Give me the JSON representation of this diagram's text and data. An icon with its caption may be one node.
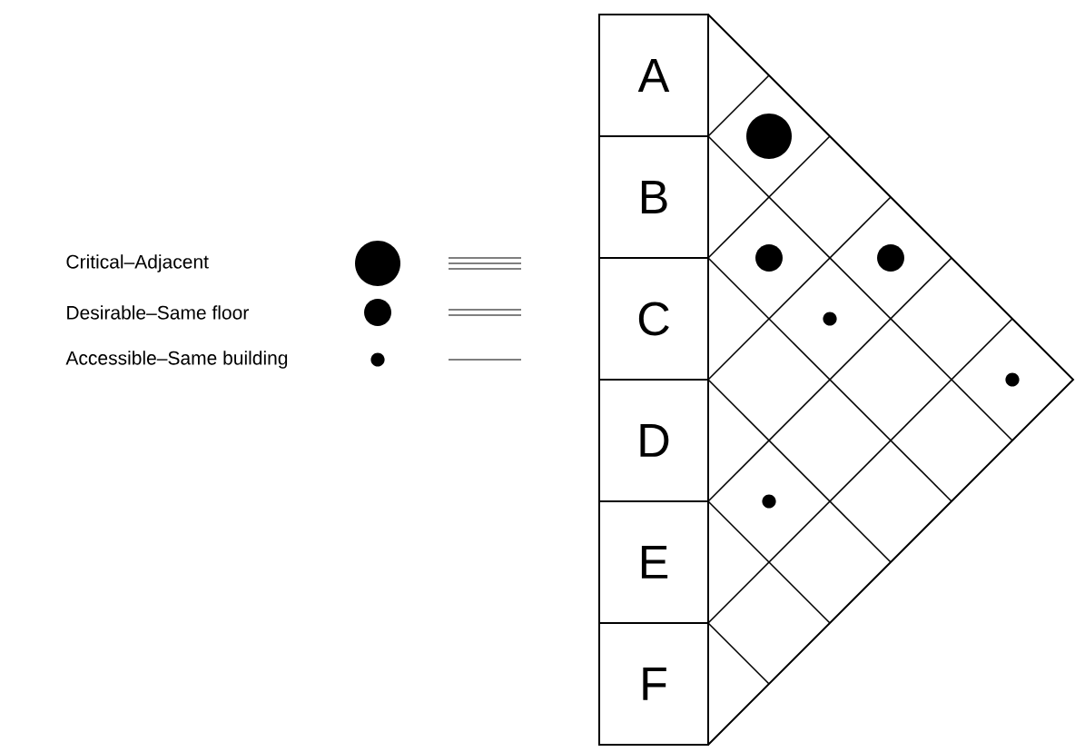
{
  "diagram": {
    "nodes": [
      {
        "text": [
          "A"
        ]
      },
      {
        "text": [
          "B"
        ]
      },
      {
        "text": [
          "C"
        ]
      },
      {
        "text": [
          "D"
        ]
      },
      {
        "text": [
          "E"
        ]
      },
      {
        "text": [
          "F"
        ]
      }
    ],
    "legend": [
      {
        "text": "Critical–Adjacent"
      },
      {
        "text": "Desirable–Same floor"
      },
      {
        "text": "Accessible–Same building"
      }
    ]
  }
}
